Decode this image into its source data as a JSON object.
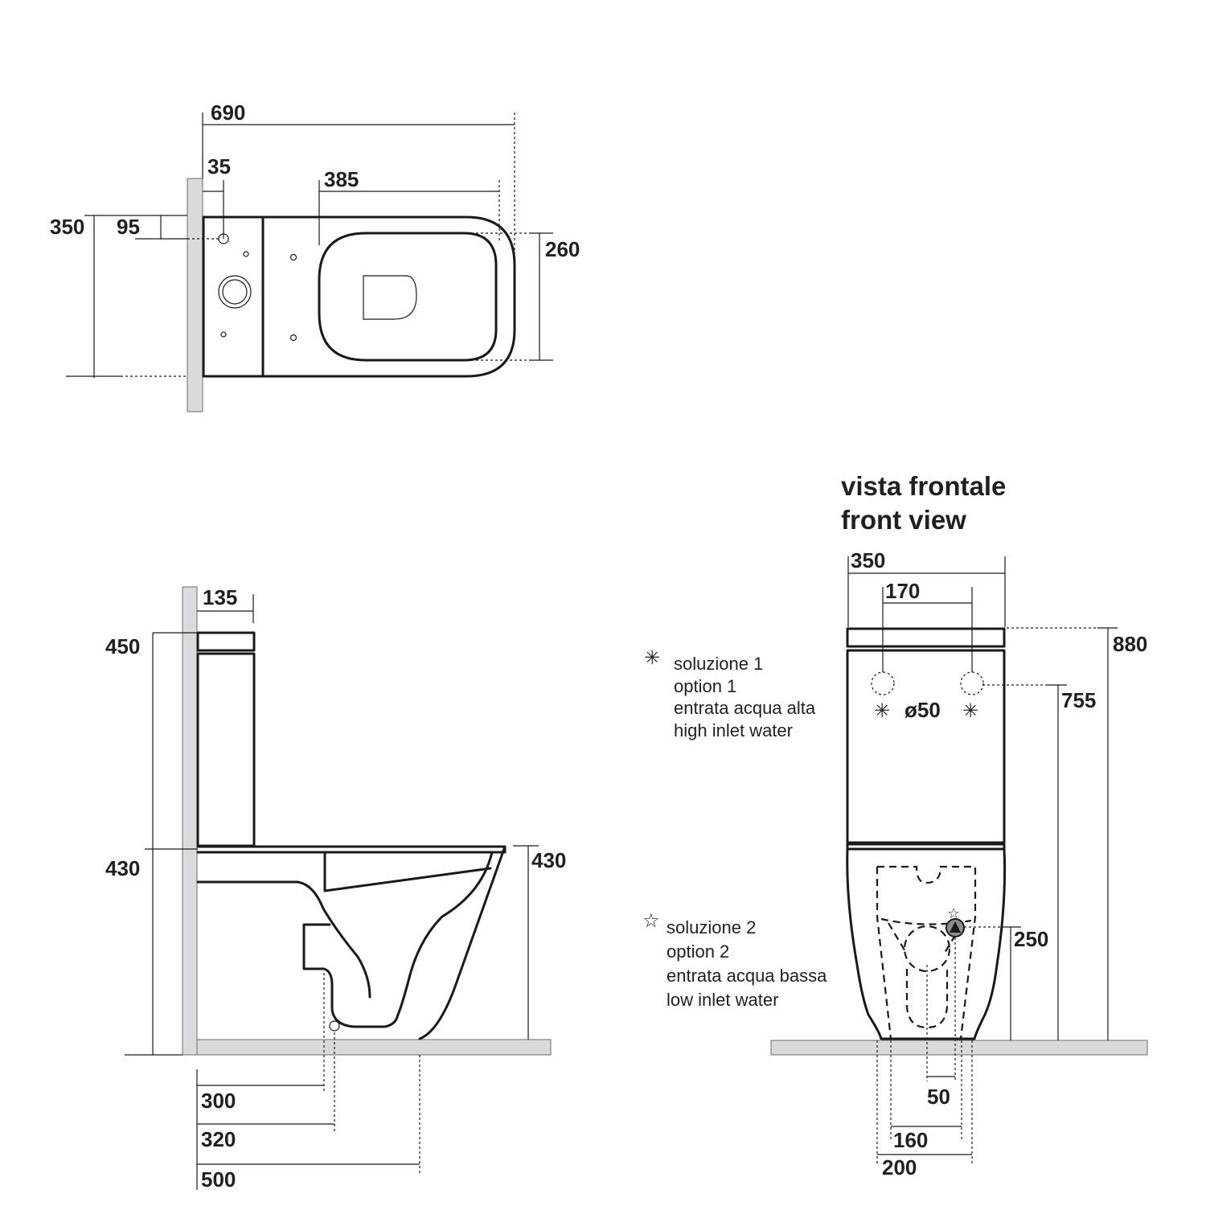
{
  "top_view": {
    "dims": {
      "d690": "690",
      "d35": "35",
      "d385": "385",
      "d350": "350",
      "d95": "95",
      "d260": "260"
    }
  },
  "side_view": {
    "dims": {
      "d135": "135",
      "d450": "450",
      "d430_left": "430",
      "d430_right": "430",
      "d300": "300",
      "d320": "320",
      "d500": "500"
    }
  },
  "front_view": {
    "title_it": "vista frontale",
    "title_en": "front view",
    "dims": {
      "d350": "350",
      "d170": "170",
      "d880": "880",
      "d755": "755",
      "d250": "250",
      "d50": "50",
      "d160": "160",
      "d200": "200",
      "dia": "ø50"
    },
    "option1": {
      "symbol": "✳",
      "line1": "soluzione 1",
      "line2": "option 1",
      "line3": "entrata acqua alta",
      "line4": "high inlet water"
    },
    "option2": {
      "symbol": "☆",
      "line1": "soluzione 2",
      "line2": "option 2",
      "line3": "entrata acqua bassa",
      "line4": "low inlet water"
    }
  }
}
